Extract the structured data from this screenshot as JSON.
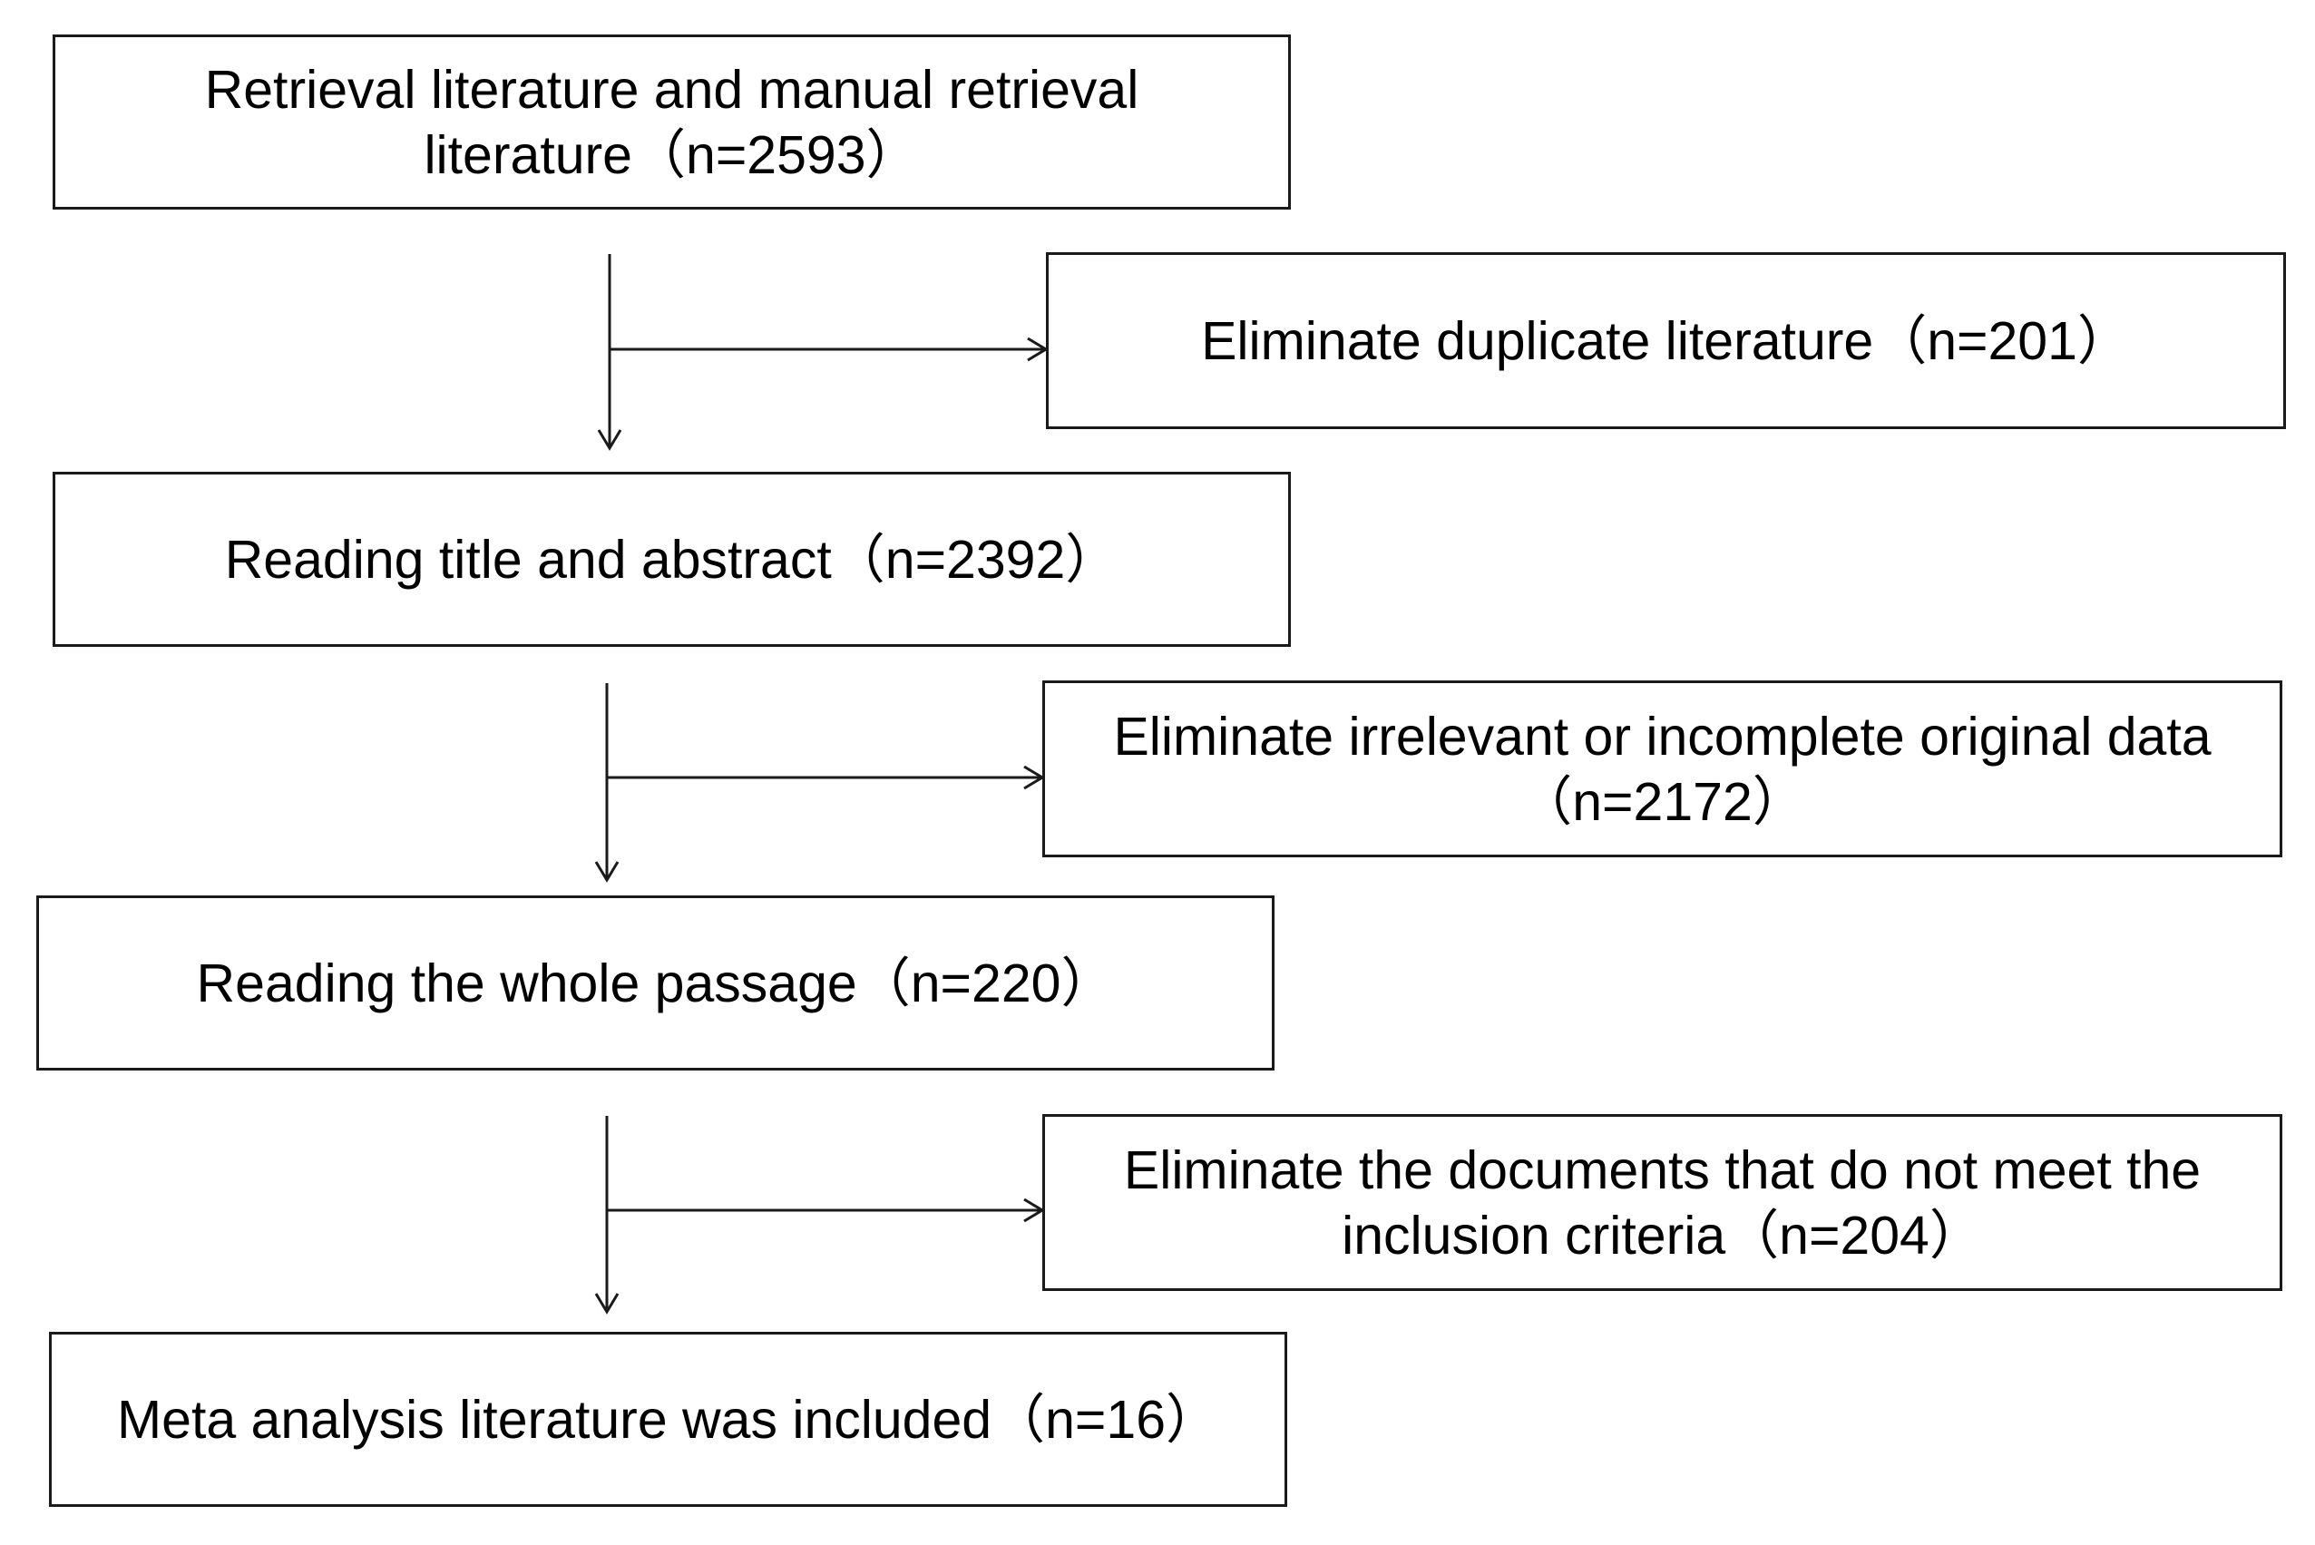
{
  "main_steps": [
    {
      "lines": [
        "Retrieval literature and manual retrieval",
        "literature（n=2593）"
      ]
    },
    {
      "lines": [
        "Reading title and abstract（n=2392）"
      ]
    },
    {
      "lines": [
        "Reading the whole passage（n=220）"
      ]
    },
    {
      "lines": [
        "Meta analysis literature was included（n=16）"
      ]
    }
  ],
  "exclusions": [
    {
      "lines": [
        "Eliminate duplicate literature（n=201）"
      ]
    },
    {
      "lines": [
        "Eliminate irrelevant or incomplete original data",
        "（n=2172）"
      ]
    },
    {
      "lines": [
        "Eliminate the documents that do not meet the",
        "inclusion criteria（n=204）"
      ]
    }
  ]
}
